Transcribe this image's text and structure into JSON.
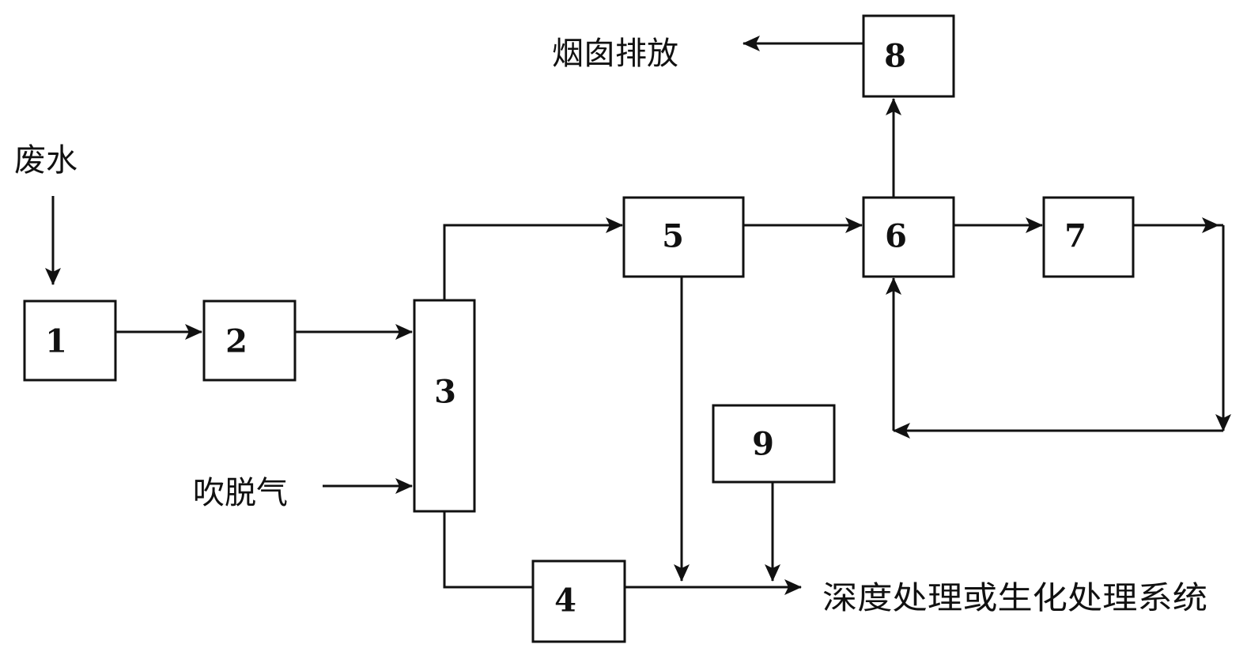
{
  "nodes": {
    "n1": "1",
    "n2": "2",
    "n3": "3",
    "n4": "4",
    "n5": "5",
    "n6": "6",
    "n7": "7",
    "n8": "8",
    "n9": "9"
  },
  "labels": {
    "wastewater": "废水",
    "stripping_gas": "吹脱气",
    "chimney_discharge": "烟囱排放",
    "downstream_treatment": "深度处理或生化处理系统"
  },
  "edges": [
    {
      "from": "wastewater",
      "to": "1"
    },
    {
      "from": "1",
      "to": "2"
    },
    {
      "from": "2",
      "to": "3"
    },
    {
      "from": "stripping_gas",
      "to": "3"
    },
    {
      "from": "3",
      "to": "5"
    },
    {
      "from": "3",
      "to": "4"
    },
    {
      "from": "5",
      "to": "6"
    },
    {
      "from": "5",
      "to": "downstream_treatment"
    },
    {
      "from": "4",
      "to": "downstream_treatment"
    },
    {
      "from": "9",
      "to": "downstream_treatment"
    },
    {
      "from": "6",
      "to": "8"
    },
    {
      "from": "8",
      "to": "chimney_discharge"
    },
    {
      "from": "6",
      "to": "7"
    },
    {
      "from": "7",
      "to": "6"
    }
  ]
}
